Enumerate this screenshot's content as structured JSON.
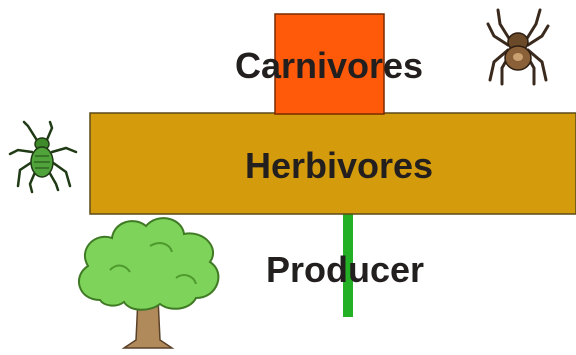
{
  "diagram": {
    "levels": [
      {
        "key": "carnivores",
        "label": "Carnivores",
        "color": "#fe5a0a",
        "organism": "spider-icon"
      },
      {
        "key": "herbivores",
        "label": "Herbivores",
        "color": "#d49b0c",
        "organism": "grasshopper-icon"
      },
      {
        "key": "producer",
        "label": "Producer",
        "color": "#24b024",
        "organism": "tree-icon"
      }
    ]
  }
}
